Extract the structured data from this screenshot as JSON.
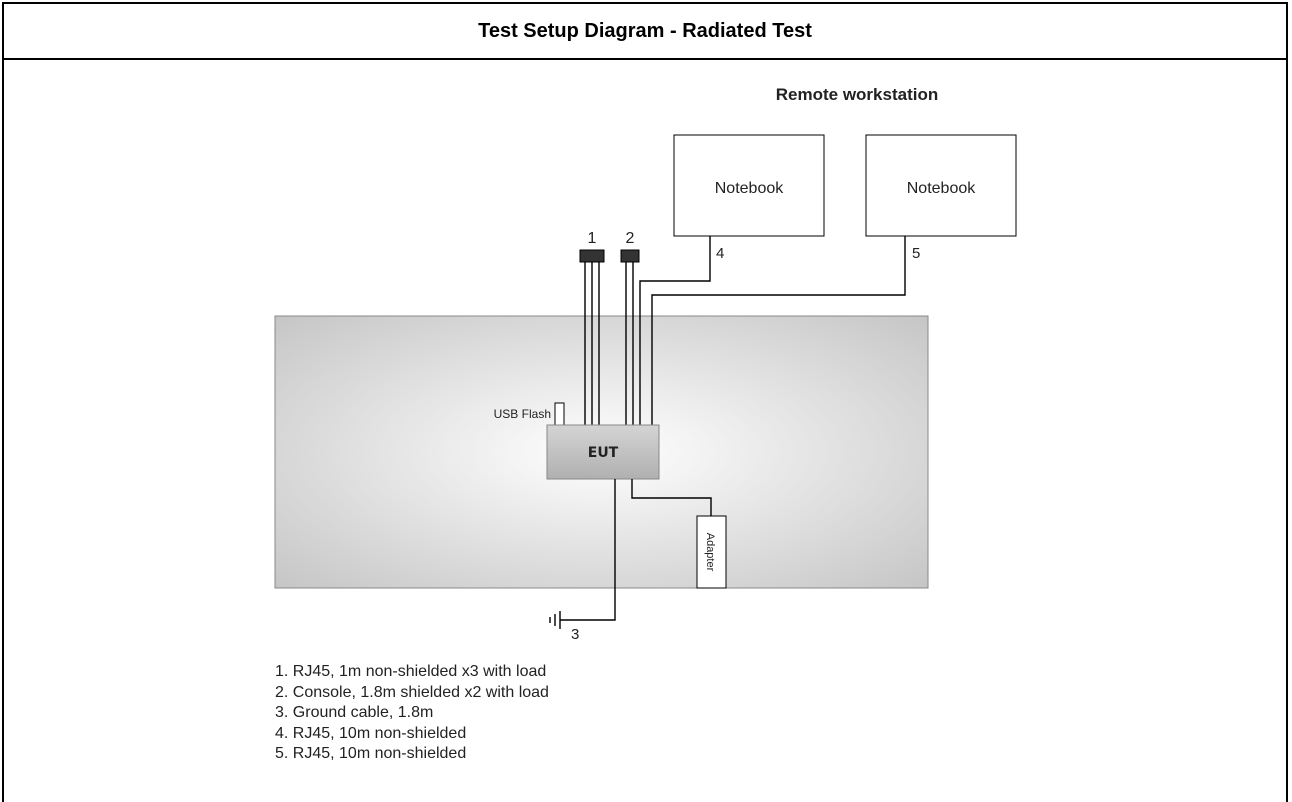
{
  "title": "Test Setup Diagram - Radiated Test",
  "remote_workstation_label": "Remote workstation",
  "notebooks": [
    {
      "label": "Notebook",
      "cable_number": "4"
    },
    {
      "label": "Notebook",
      "cable_number": "5"
    }
  ],
  "connector_labels": [
    "1",
    "2"
  ],
  "ground_label": "3",
  "eut_label": "EUT",
  "usb_label": "USB Flash",
  "adapter_label": "Adapter",
  "legend": [
    "1. RJ45, 1m non-shielded x3 with load",
    "2. Console, 1.8m shielded x2 with load",
    "3. Ground cable, 1.8m",
    "4. RJ45, 10m non-shielded",
    "5. RJ45, 10m non-shielded"
  ],
  "colors": {
    "table_fill_center": "#ffffff",
    "table_fill_edge": "#c8c8c8",
    "eut_fill": "#bdbdbd",
    "connector_fill": "#333333",
    "line": "#000000"
  }
}
